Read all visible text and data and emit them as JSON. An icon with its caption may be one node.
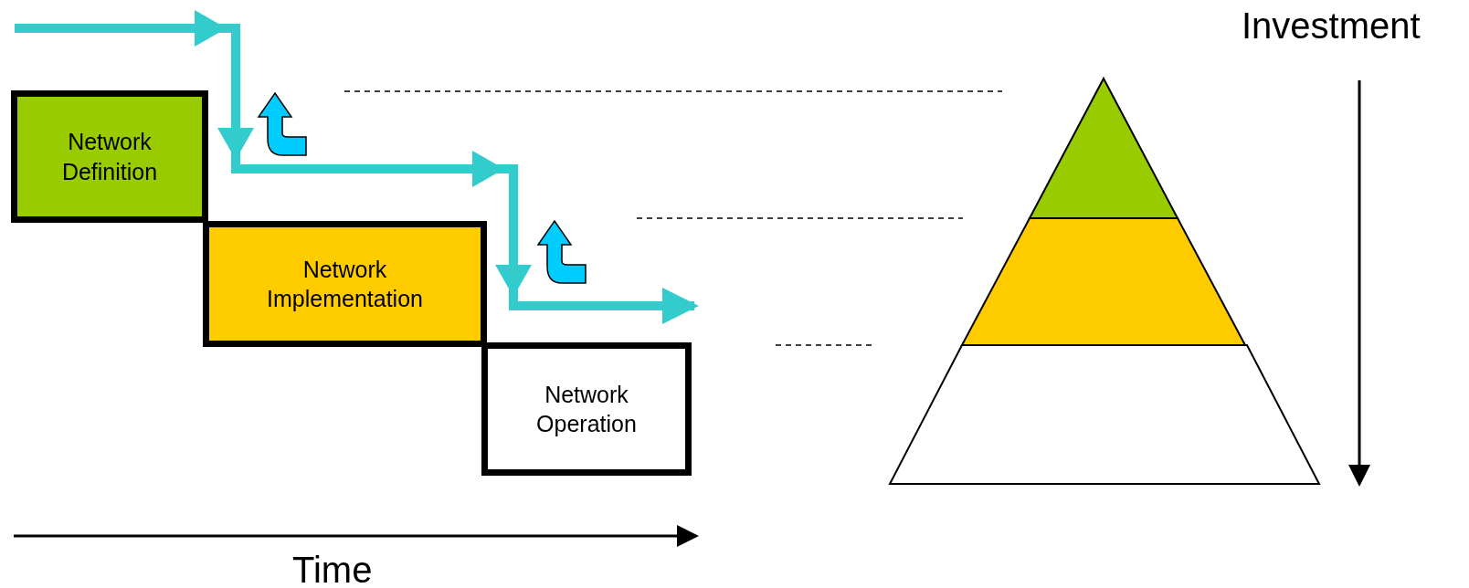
{
  "diagram": {
    "nodes": [
      {
        "text": [
          "Network Definition"
        ]
      },
      {
        "text": [
          "Network Implementation"
        ]
      },
      {
        "text": [
          "Network Operation"
        ]
      },
      {
        "text": [],
        "shape": "triangle"
      },
      {
        "text": [],
        "shape": "trapezoid"
      },
      {
        "text": [],
        "shape": "trapezoid"
      }
    ],
    "edges": [
      {
        "from": 0,
        "to": 2,
        "arrow": "to",
        "color": "#33cccc"
      }
    ],
    "labels": [
      "Investment",
      "Time"
    ]
  }
}
